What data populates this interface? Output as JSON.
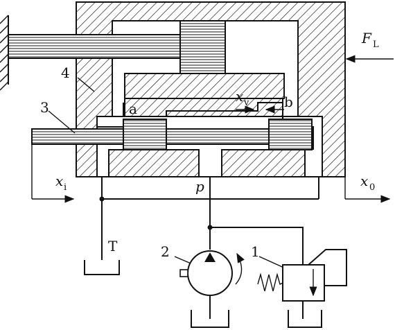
{
  "labels": {
    "n1": "1",
    "n2": "2",
    "n3": "3",
    "n4": "4",
    "a": "a",
    "b": "b",
    "T": "T",
    "p": "p",
    "F": "F",
    "F_sub": "L",
    "xv": "x",
    "xv_sub": "v",
    "xi": "x",
    "xi_sub": "i",
    "x0": "x",
    "x0_sub": "0"
  }
}
